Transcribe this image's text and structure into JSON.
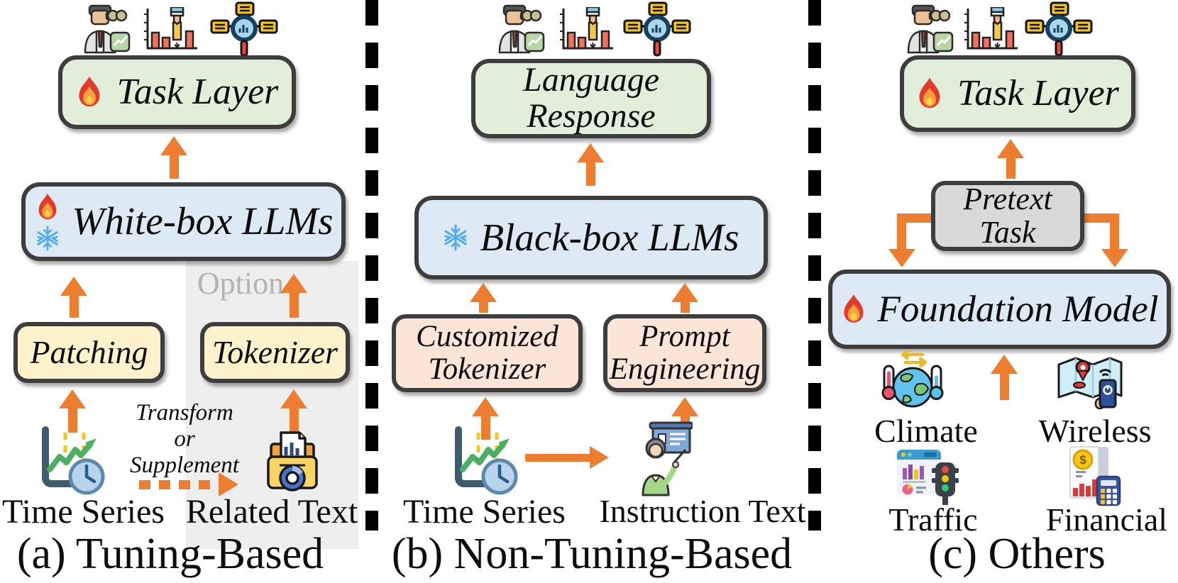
{
  "panel_a": {
    "caption": "(a) Tuning-Based",
    "task_layer_label": "Task Layer",
    "llm_label": "White-box LLMs",
    "patching_label": "Patching",
    "tokenizer_label": "Tokenizer",
    "option_label": "Option",
    "transform_line1": "Transform",
    "transform_line2": "or",
    "transform_line3": "Supplement",
    "time_series_label": "Time Series",
    "related_text_label": "Related Text"
  },
  "panel_b": {
    "caption": "(b) Non-Tuning-Based",
    "response_line1": "Language",
    "response_line2": "Response",
    "llm_label": "Black-box LLMs",
    "custom_tokenizer_line1": "Customized",
    "custom_tokenizer_line2": "Tokenizer",
    "prompt_line1": "Prompt",
    "prompt_line2": "Engineering",
    "time_series_label": "Time Series",
    "instruction_text_label": "Instruction Text"
  },
  "panel_c": {
    "caption": "(c) Others",
    "task_layer_label": "Task Layer",
    "pretext_line1": "Pretext",
    "pretext_line2": "Task",
    "foundation_label": "Foundation Model",
    "climate_label": "Climate",
    "wireless_label": "Wireless",
    "traffic_label": "Traffic",
    "financial_label": "Financial"
  },
  "icons": {
    "fire_icon": "flame = trainable / tuned component",
    "snowflake_icon": "snowflake = frozen component",
    "analyst_icon": "person with binoculars and trend card (forecasting task)",
    "imputation_chart_icon": "hand inserting bar into bar chart (imputation task)",
    "anomaly_magnifier_icon": "magnifier over series linked to tags (detection task)",
    "time_series_icon": "line chart with clock",
    "related_text_icon": "folder with document and donut chart",
    "instruction_person_icon": "presenter pointing at board",
    "climate_icon": "globe with two thermometers and exchange arrows",
    "wireless_icon": "map with pin, wifi and phone in hand",
    "traffic_icon": "analytics window with traffic light",
    "financial_icon": "financial sheet with coin, bars and calculator"
  },
  "colors": {
    "arrow_orange": "#ED7D31",
    "box_border": "#3D3D3D",
    "green_fill": "#E3EEDA",
    "blue_fill": "#DDE9F4",
    "yellow_fill": "#FDF2CC",
    "salmon_fill": "#FBE5D6",
    "gray_fill": "#D9D9D9",
    "option_bg": "#EEEEEE",
    "option_text": "#B3B3B3",
    "separator": "#000000"
  }
}
